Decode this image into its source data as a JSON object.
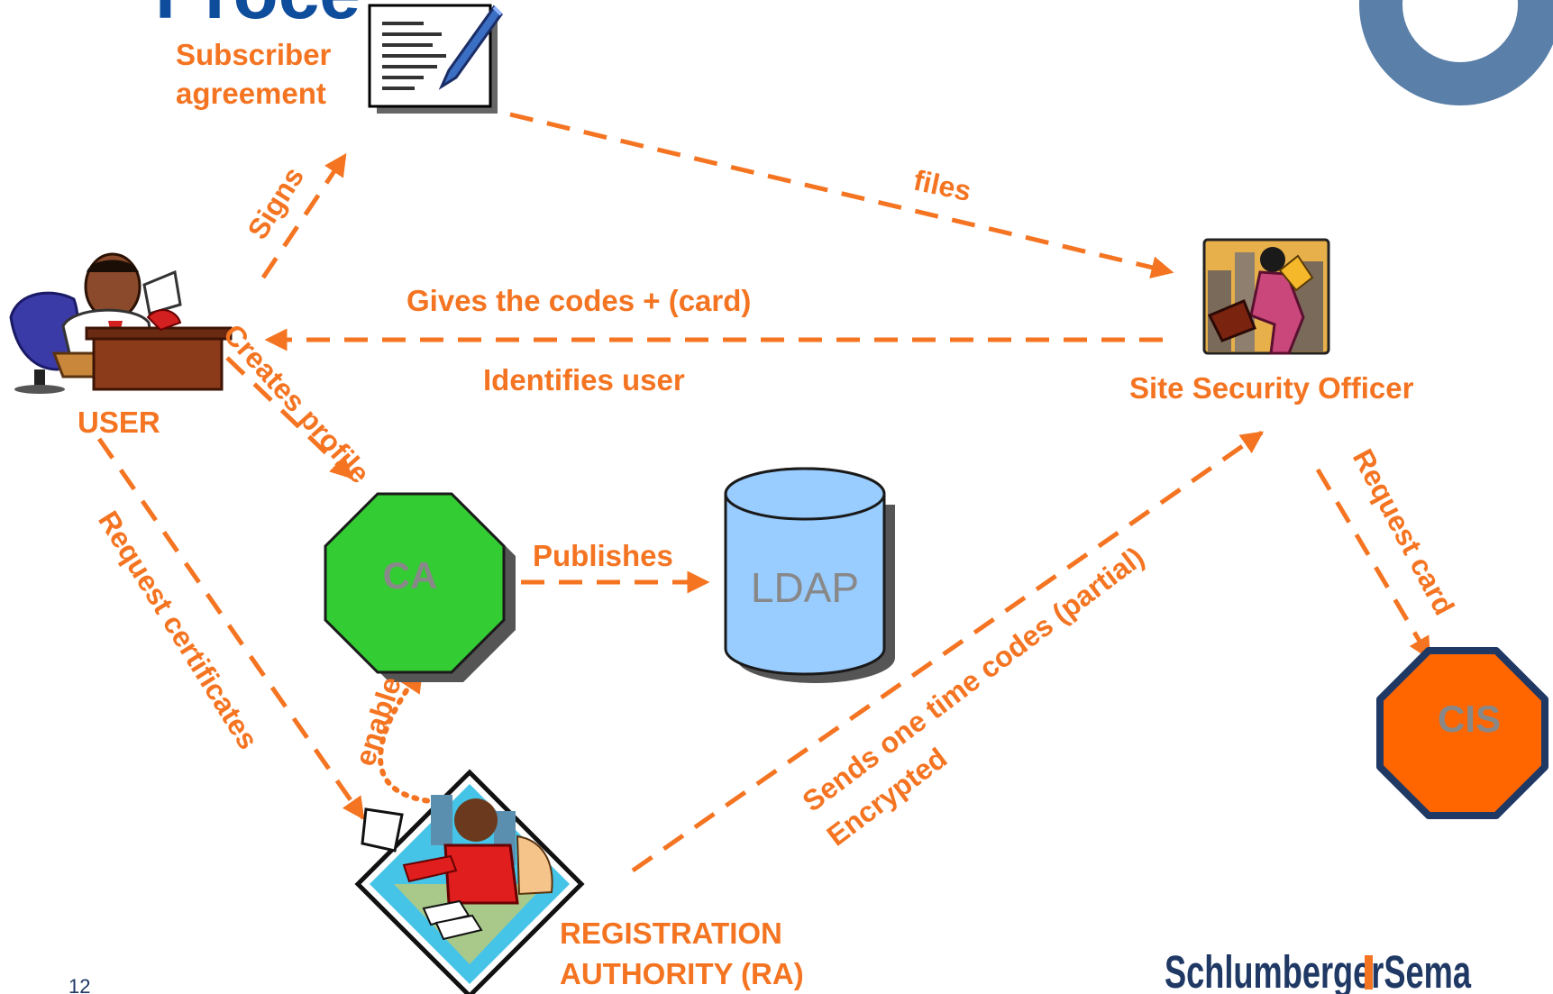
{
  "slide": {
    "title_fragment": "Proce",
    "page_number": "12",
    "logo_text": "SchlumbergerSema"
  },
  "nodes": {
    "subscriber_agreement": "Subscriber agreement",
    "user": "USER",
    "site_security_officer": "Site Security Officer",
    "ca": "CA",
    "ldap": "LDAP",
    "cis": "CIS",
    "registration_authority_line1": "REGISTRATION",
    "registration_authority_line2": "AUTHORITY (RA)"
  },
  "edges": {
    "signs": "Signs",
    "files": "files",
    "gives_codes": "Gives the codes + (card)",
    "identifies_user": "Identifies user",
    "creates_profile": "Creates profile",
    "publishes": "Publishes",
    "request_certificates": "Request certificates",
    "enable": "enable",
    "sends_codes_line1": "Sends one time codes (partial)",
    "sends_codes_line2": "Encrypted",
    "request_card": "Request card"
  },
  "colors": {
    "accent_orange": "#F47421",
    "ca_green": "#33CC33",
    "ldap_blue": "#99CCFF",
    "cis_orange": "#FF6600",
    "cis_border": "#1F3864",
    "title_blue": "#0E4C9C",
    "ring_blue": "#5A7FA8"
  }
}
